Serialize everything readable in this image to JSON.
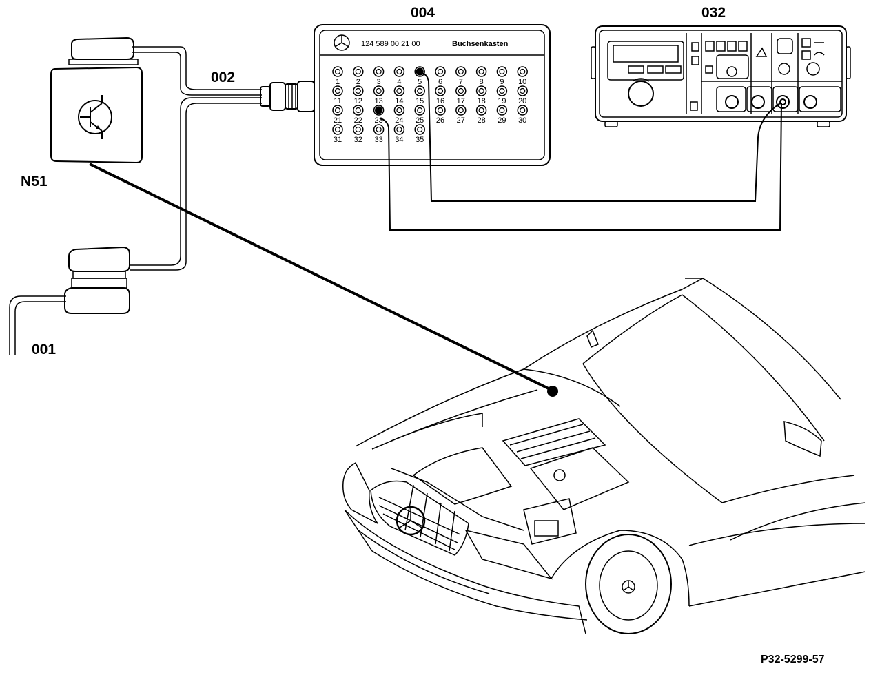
{
  "labels": {
    "box_004": "004",
    "box_032": "032",
    "cable_002": "002",
    "module_n51": "N51",
    "cable_001": "001",
    "figure_ref": "P32-5299-57"
  },
  "socket_box": {
    "part_number": "124 589 00 21 00",
    "name": "Buchsenkasten",
    "sockets": [
      "1",
      "2",
      "3",
      "4",
      "5",
      "6",
      "7",
      "8",
      "9",
      "10",
      "11",
      "12",
      "13",
      "14",
      "15",
      "16",
      "17",
      "18",
      "19",
      "20",
      "21",
      "22",
      "23",
      "24",
      "25",
      "26",
      "27",
      "28",
      "29",
      "30",
      "31",
      "32",
      "33",
      "34",
      "35"
    ],
    "connected_sockets": [
      "5",
      "23"
    ]
  }
}
